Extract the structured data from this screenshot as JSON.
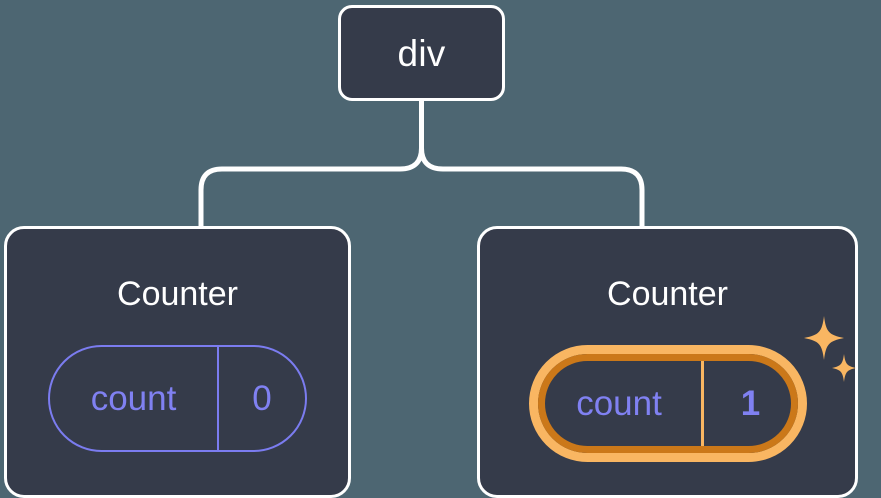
{
  "diagram": {
    "type": "component-tree",
    "background_color": "#4d6672",
    "node_fill_color": "#353b4a",
    "node_border_color": "#ffffff",
    "connector_color": "#ffffff",
    "accent_indigo": "#8081f2",
    "accent_orange_light": "#f9b662",
    "accent_orange_dark": "#cb7819",
    "root": {
      "label": "div"
    },
    "children": [
      {
        "title": "Counter",
        "state": {
          "key": "count",
          "value": "0",
          "highlighted": false
        }
      },
      {
        "title": "Counter",
        "state": {
          "key": "count",
          "value": "1",
          "highlighted": true
        },
        "sparkle_icons": [
          "sparkle-large",
          "sparkle-small"
        ]
      }
    ]
  }
}
